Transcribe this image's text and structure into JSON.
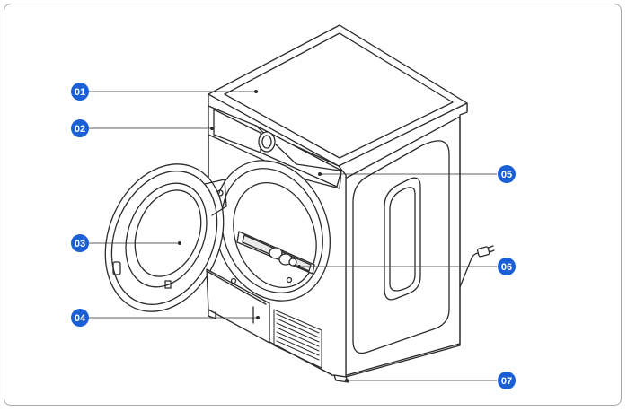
{
  "diagram": {
    "subject": "dryer-front-view",
    "badge_color": "#1a5fd6",
    "line_color": "#2b2b2b",
    "callouts": [
      {
        "id": "callout-01",
        "label": "01",
        "part": "top-panel"
      },
      {
        "id": "callout-02",
        "label": "02",
        "part": "control-panel"
      },
      {
        "id": "callout-03",
        "label": "03",
        "part": "door"
      },
      {
        "id": "callout-04",
        "label": "04",
        "part": "condenser-cover"
      },
      {
        "id": "callout-05",
        "label": "05",
        "part": "water-container"
      },
      {
        "id": "callout-06",
        "label": "06",
        "part": "filter"
      },
      {
        "id": "callout-07",
        "label": "07",
        "part": "levelling-feet"
      }
    ]
  }
}
